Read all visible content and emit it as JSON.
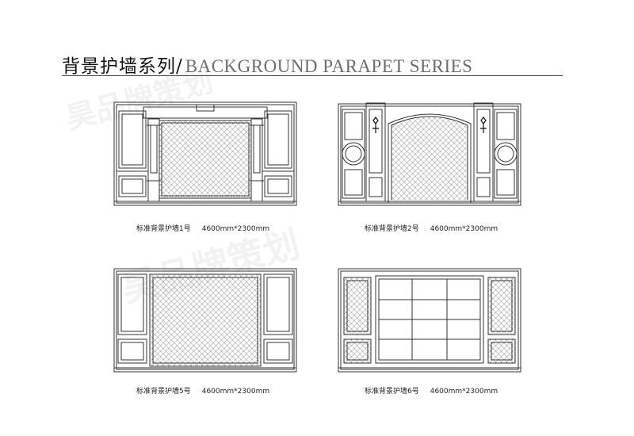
{
  "header": {
    "title_cn": "背景护墙系列",
    "separator": "/",
    "title_en": "BACKGROUND PARAPET SERIES"
  },
  "panels": [
    {
      "name": "标准背景护墙1号",
      "dims": "4600mm*2300mm"
    },
    {
      "name": "标准背景护墙2号",
      "dims": "4600mm*2300mm"
    },
    {
      "name": "标准背景护墙5号",
      "dims": "4600mm*2300mm"
    },
    {
      "name": "标准背景护墙6号",
      "dims": "4600mm*2300mm"
    }
  ],
  "watermarks": [
    "昊品牌策划",
    "昊品牌策划"
  ],
  "colors": {
    "line": "#333333",
    "accent_gray": "#6e6e6e",
    "rule": "#444444"
  }
}
